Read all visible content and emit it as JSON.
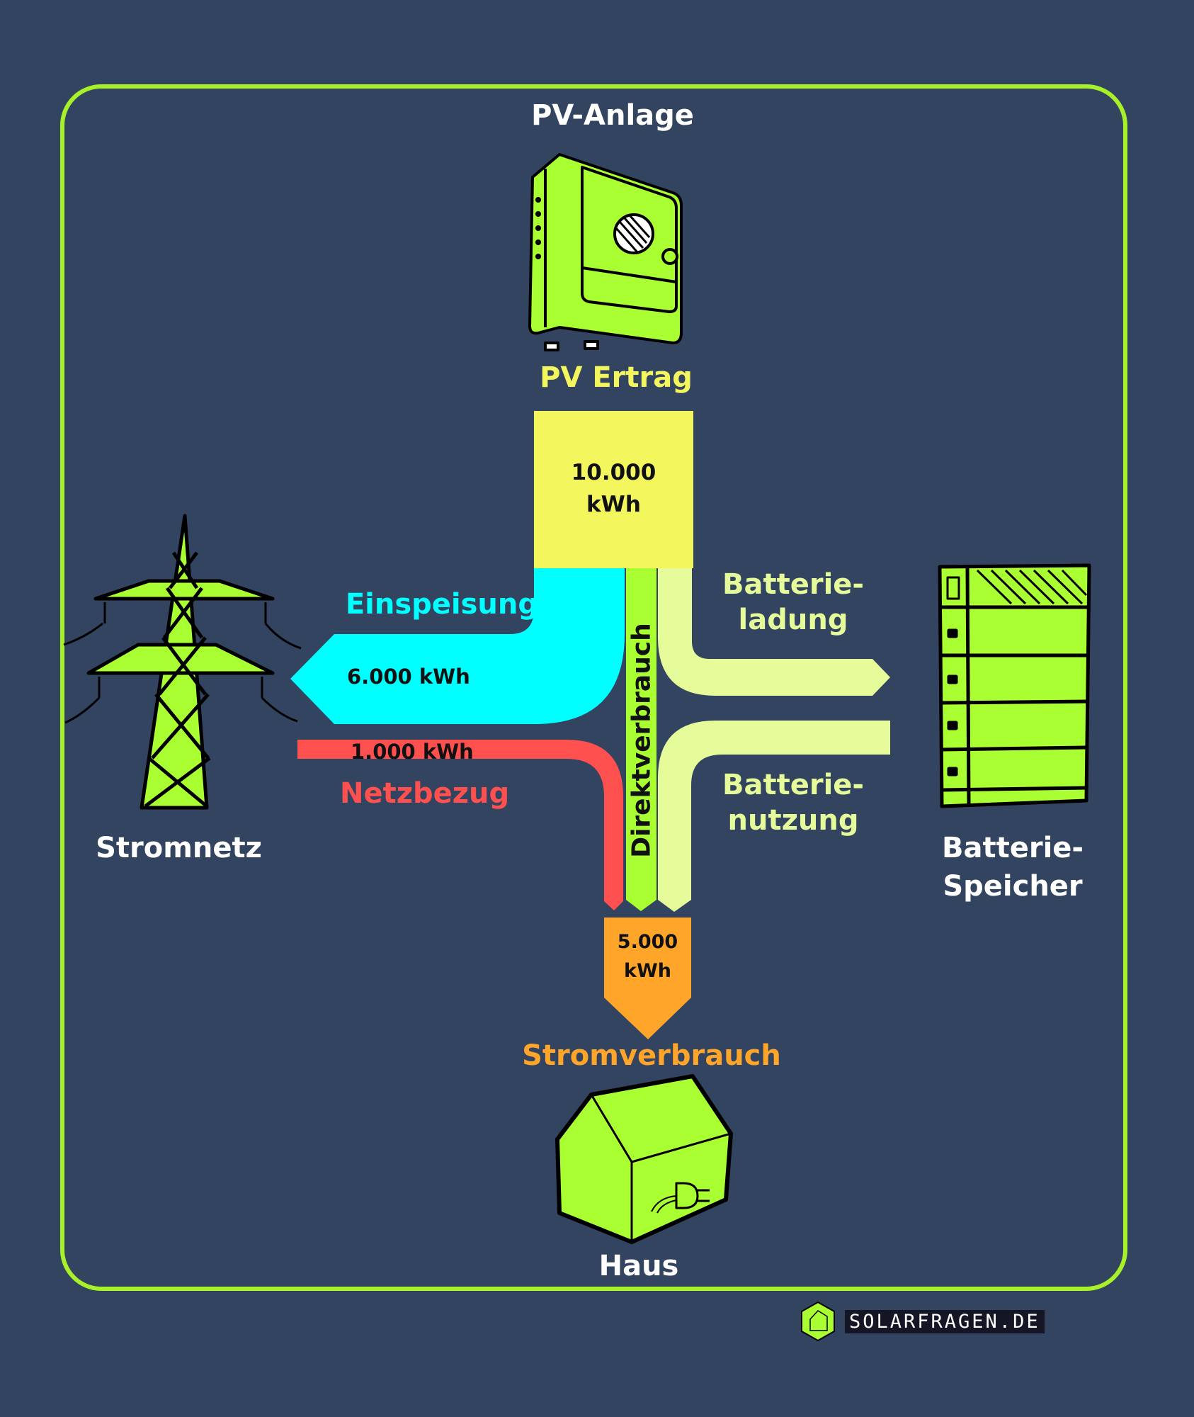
{
  "title": "PV-Anlage",
  "nodes": {
    "pv": {
      "label": "PV Ertrag",
      "value": "10.000",
      "unit": "kWh",
      "icon": "inverter-icon"
    },
    "grid": {
      "label": "Stromnetz",
      "icon": "power-pylon-icon"
    },
    "battery": {
      "label_line1": "Batterie-",
      "label_line2": "Speicher",
      "icon": "battery-storage-icon"
    },
    "house": {
      "label": "Haus",
      "icon": "house-plug-icon",
      "consumption_label": "Stromverbrauch",
      "value": "5.000",
      "unit": "kWh"
    }
  },
  "flows": {
    "feed_in": {
      "label": "Einspeisung",
      "value": "6.000 kWh",
      "kwh": 6000,
      "color": "#00ffff"
    },
    "grid_import": {
      "label": "Netzbezug",
      "value": "1.000 kWh",
      "kwh": 1000,
      "color": "#ff5050"
    },
    "direct_use": {
      "label": "Direktverbrauch",
      "color": "#aaff33"
    },
    "battery_charge": {
      "label_line1": "Batterie-",
      "label_line2": "ladung",
      "color": "#e6fb99"
    },
    "battery_discharge": {
      "label_line1": "Batterie-",
      "label_line2": "nutzung",
      "color": "#e6fb99"
    }
  },
  "colors": {
    "background": "#32445f",
    "frame": "#a8f02a",
    "pv_box": "#f4f65e",
    "house_box": "#ffa52a",
    "icon_fill": "#aaff33"
  },
  "brand": {
    "text": "SOLARFRAGEN.DE",
    "icon": "solar-house-hexagon-icon"
  }
}
